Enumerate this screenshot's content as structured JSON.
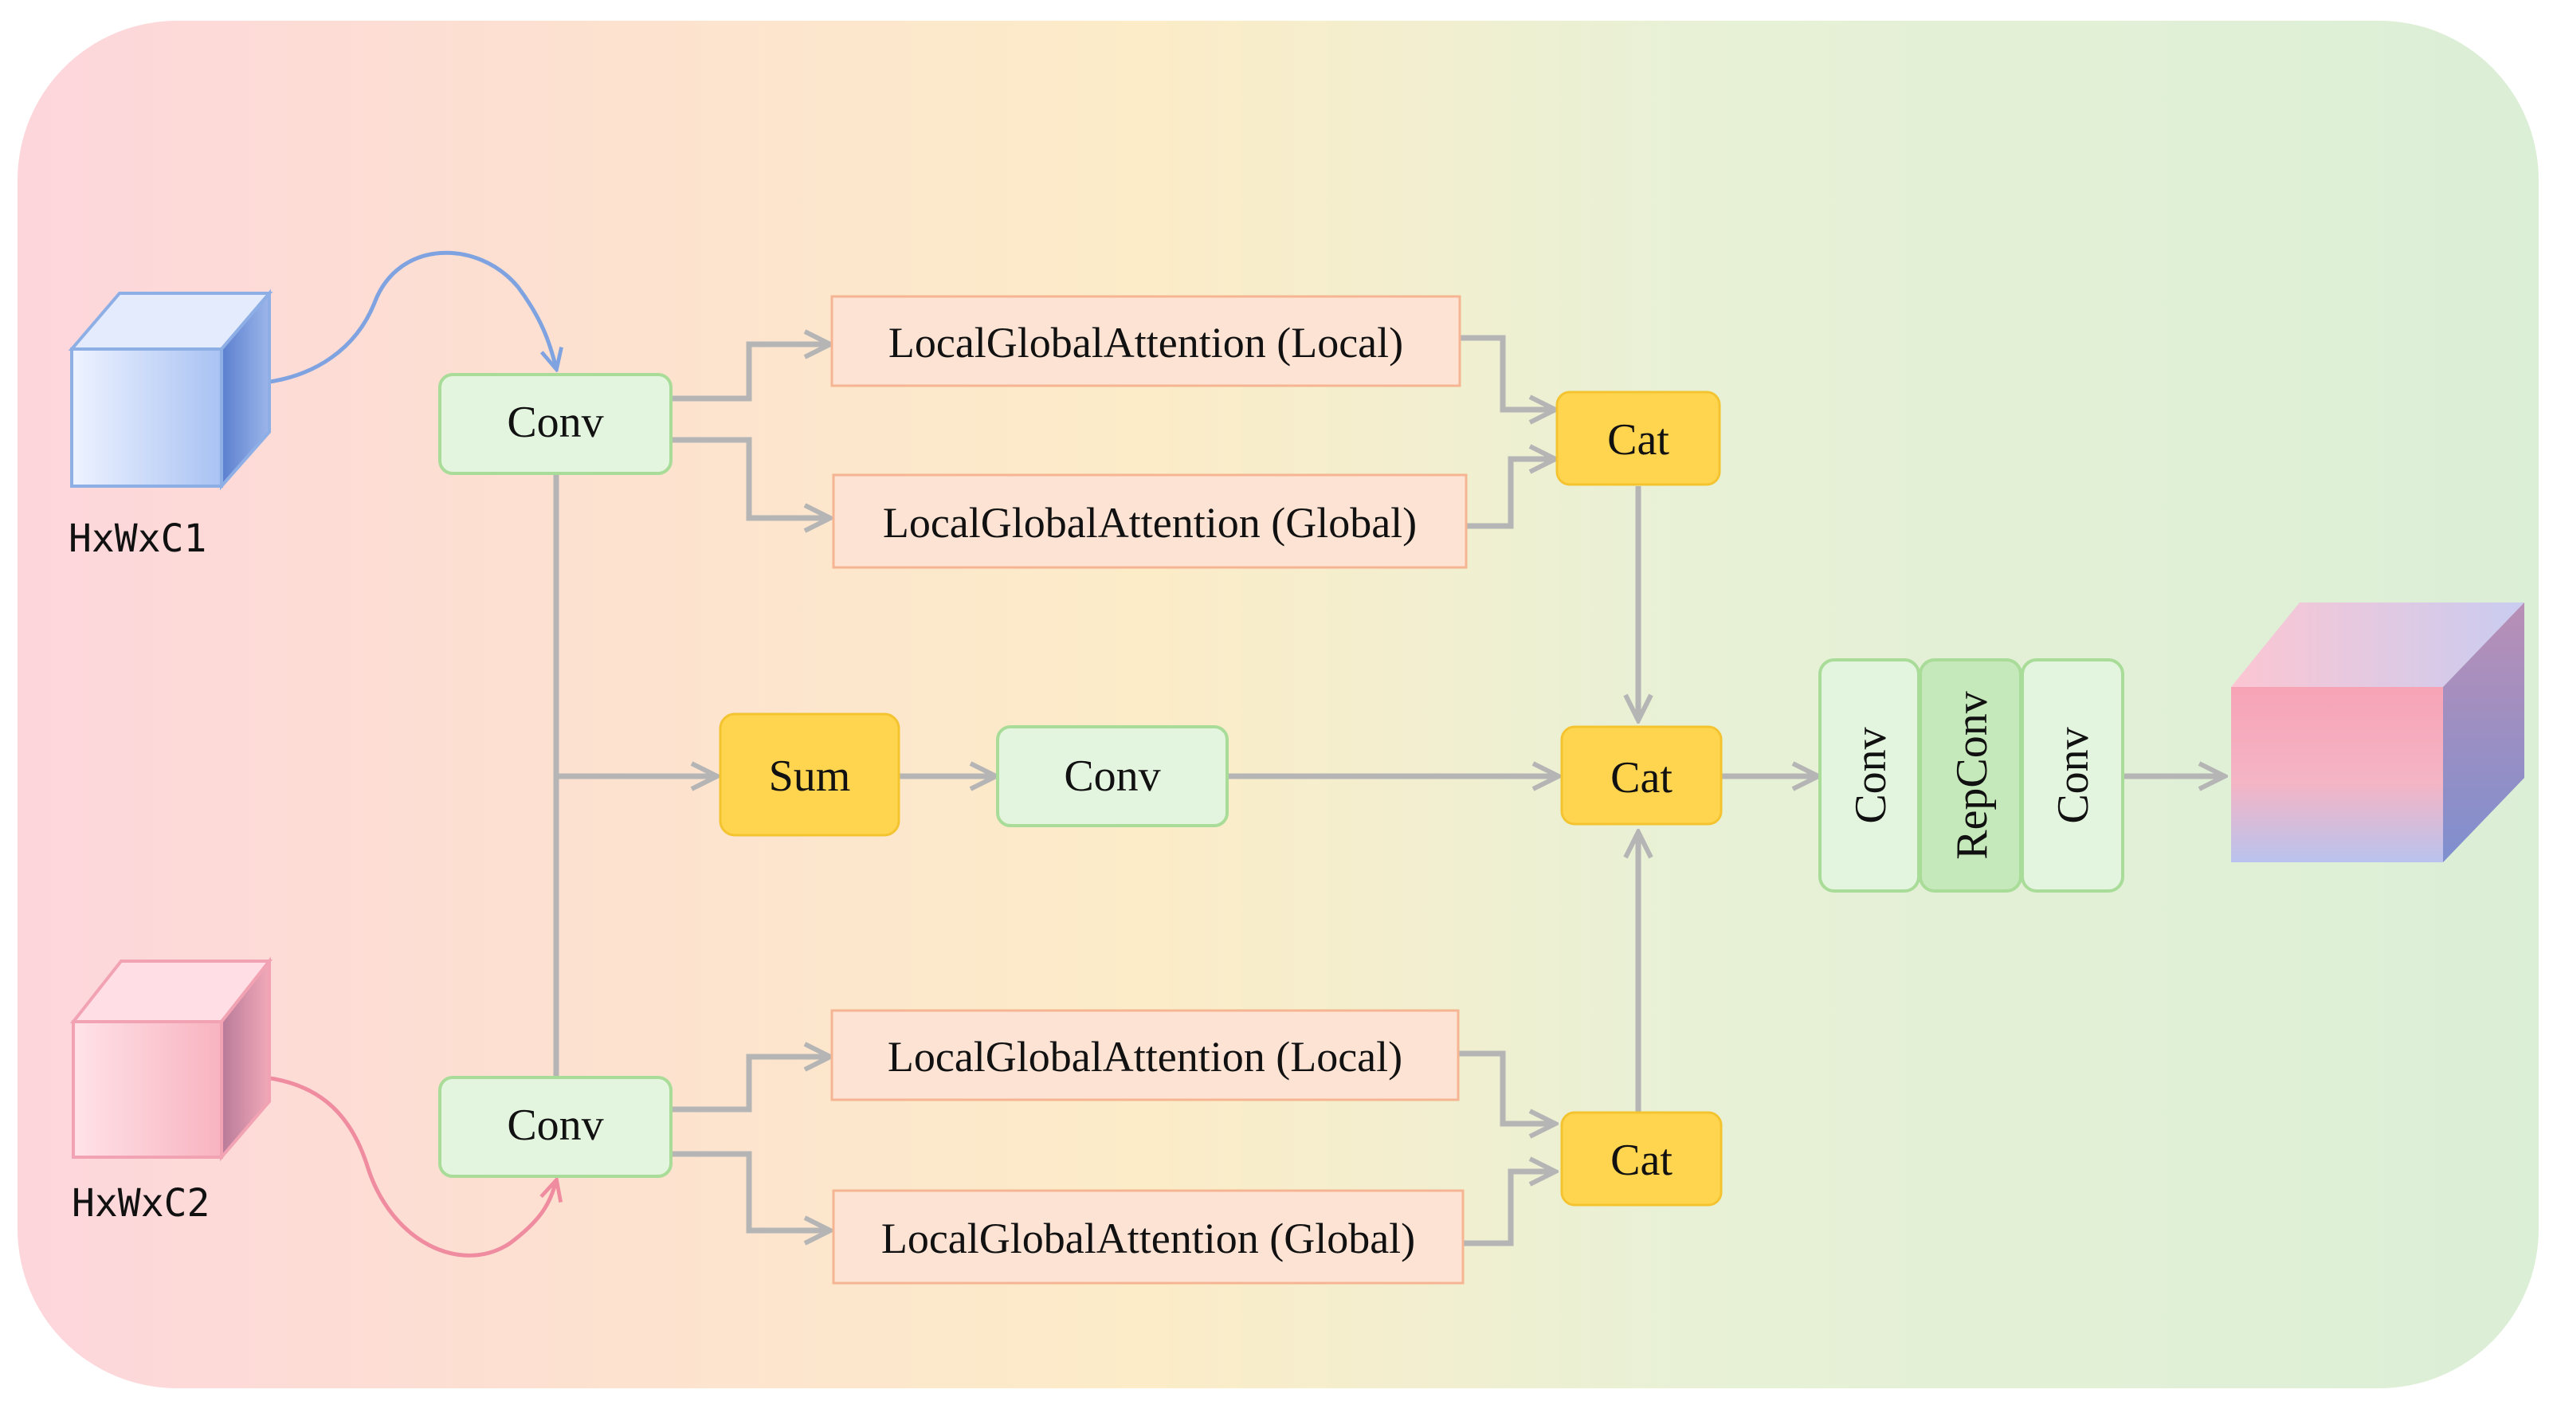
{
  "inputs": {
    "top_label": "HxWxC1",
    "bottom_label": "HxWxC2"
  },
  "nodes": {
    "conv_top": "Conv",
    "conv_bottom": "Conv",
    "conv_middle": "Conv",
    "sum": "Sum",
    "lga_top_local": "LocalGlobalAttention (Local)",
    "lga_top_global": "LocalGlobalAttention (Global)",
    "lga_bottom_local": "LocalGlobalAttention (Local)",
    "lga_bottom_global": "LocalGlobalAttention (Global)",
    "cat_top": "Cat",
    "cat_middle": "Cat",
    "cat_bottom": "Cat",
    "stack_conv_left": "Conv",
    "stack_repconv": "RepConv",
    "stack_conv_right": "Conv"
  },
  "colors": {
    "green_fill": "#e4f5df",
    "green_stroke": "#a8dc98",
    "green_dark_fill": "#c6e9bb",
    "orange_fill": "#fde3d4",
    "orange_stroke": "#f6b592",
    "yellow_fill": "#ffd54f",
    "arrow": "#b5b5b5",
    "input_blue": "#7fa2e0",
    "input_pink": "#f08ca0"
  }
}
